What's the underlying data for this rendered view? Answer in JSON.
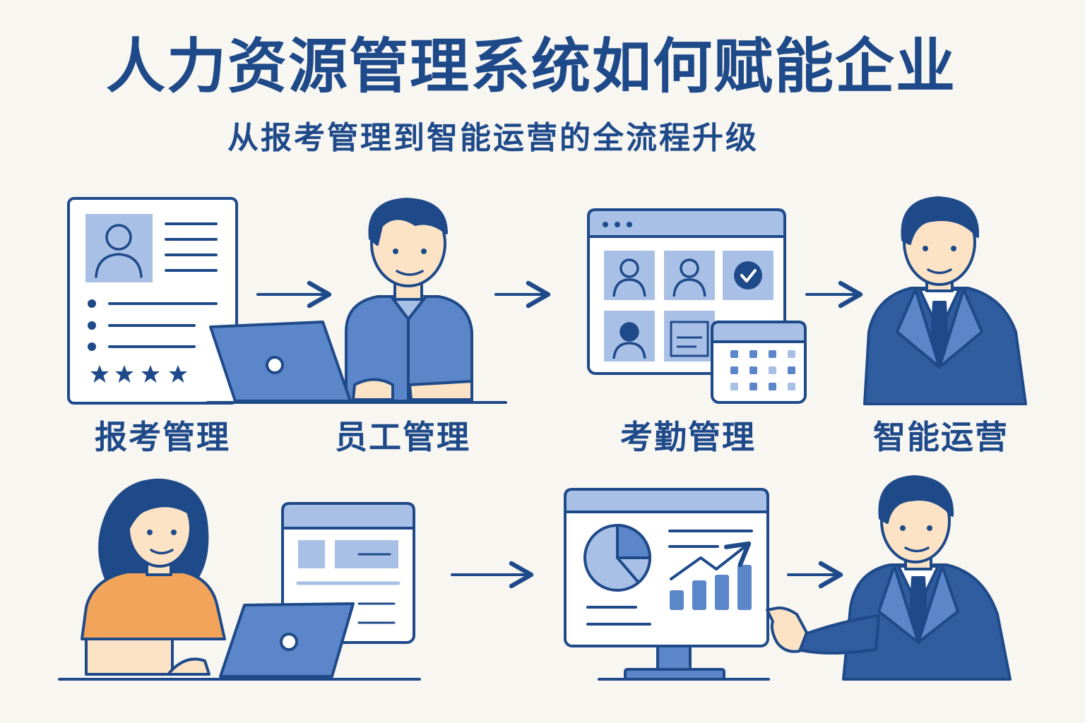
{
  "title": "人力资源管理系统如何赋能企业",
  "subtitle": "从报考管理到智能运营的全流程升级",
  "steps": [
    {
      "label": "报考管理"
    },
    {
      "label": "员工管理"
    },
    {
      "label": "考勤管理"
    },
    {
      "label": "智能运营"
    }
  ],
  "colors": {
    "primary": "#1f4a8a",
    "fill": "#5b86c9",
    "light": "#a9c0e6",
    "skin": "#fde3c5",
    "orange": "#f2a55a",
    "background": "#f8f6f1"
  },
  "icons": [
    "resume-icon",
    "laptop-icon",
    "arrow-right-icon",
    "calendar-icon",
    "checkmark-icon",
    "pie-chart-icon",
    "bar-chart-icon",
    "trend-arrow-icon",
    "star-icon"
  ]
}
